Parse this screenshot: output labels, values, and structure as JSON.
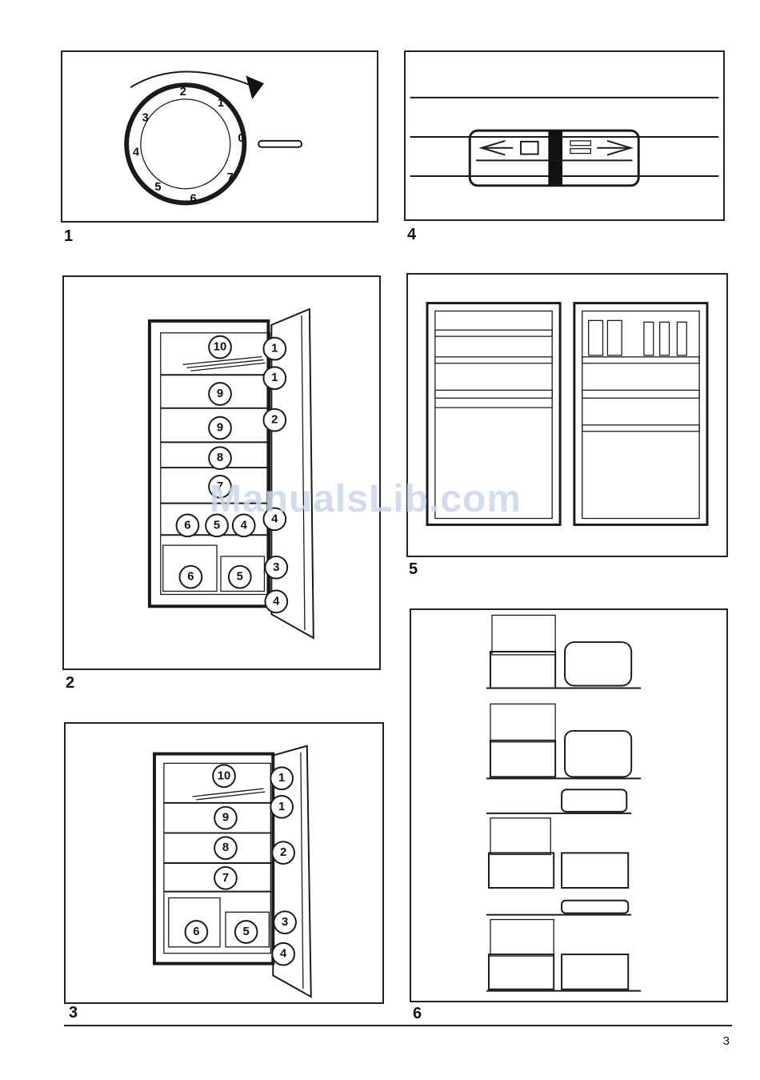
{
  "figures": {
    "fig1": {
      "label": "1",
      "dial_numbers": [
        "0",
        "1",
        "2",
        "3",
        "4",
        "5",
        "6",
        "7"
      ]
    },
    "fig2": {
      "label": "2",
      "callouts": {
        "c10": "10",
        "c1a": "1",
        "c1b": "1",
        "c9a": "9",
        "c2": "2",
        "c9b": "9",
        "c8": "8",
        "c7": "7",
        "c6a": "6",
        "c5a": "5",
        "c4a": "4",
        "c4b": "4",
        "c6b": "6",
        "c5b": "5",
        "c3": "3",
        "c4c": "4"
      }
    },
    "fig3": {
      "label": "3",
      "callouts": {
        "c10": "10",
        "c1a": "1",
        "c1b": "1",
        "c9": "9",
        "c8": "8",
        "c2": "2",
        "c7": "7",
        "c6": "6",
        "c5": "5",
        "c3": "3",
        "c4": "4"
      }
    },
    "fig4": {
      "label": "4"
    },
    "fig5": {
      "label": "5"
    },
    "fig6": {
      "label": "6"
    }
  },
  "watermark": "ManualsLib.com",
  "page_number": "3"
}
